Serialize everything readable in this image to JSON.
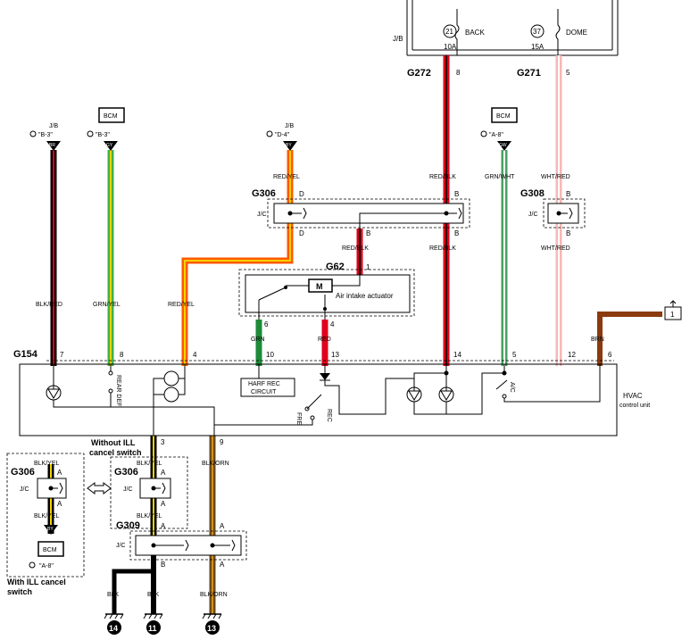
{
  "colors": {
    "black": "#000000",
    "red": "#e0001b",
    "orange": "#ff5a00",
    "green_stripe": "#3fb24a",
    "yellow": "#f2d200",
    "pink": "#f7b7b7",
    "brown": "#8b3a0e",
    "gray_green": "#4aa063"
  },
  "junction_block": {
    "label": "J/B",
    "fuses": [
      {
        "number": "21",
        "name": "BACK",
        "rating": "10A"
      },
      {
        "number": "37",
        "name": "DOME",
        "rating": "15A"
      }
    ]
  },
  "connectors": {
    "g272": {
      "name": "G272",
      "pin": "8"
    },
    "g271": {
      "name": "G271",
      "pin": "5"
    },
    "g306_top": {
      "name": "G306",
      "pin_d": "D",
      "pin_b": "B",
      "label": "J/C"
    },
    "g308": {
      "name": "G308",
      "pin": "B",
      "label": "J/C"
    },
    "g62": {
      "name": "G62",
      "pin": "1",
      "pin6": "6",
      "pin4": "4",
      "actuator_label": "Air intake actuator",
      "motor": "M"
    },
    "g154": {
      "name": "G154",
      "pins": [
        "7",
        "8",
        "4",
        "10",
        "13",
        "14",
        "5",
        "12",
        "6"
      ],
      "pin_3": "3",
      "pin_9": "9"
    },
    "g306_left": {
      "name": "G306",
      "pin": "A",
      "label": "J/C"
    },
    "g306_mid": {
      "name": "G306",
      "pin": "A",
      "label": "J/C"
    },
    "g309": {
      "name": "G309",
      "pin_a": "A",
      "pin_b": "B",
      "label": "J/C"
    }
  },
  "sources": [
    {
      "ref": "J/B",
      "code": "BR",
      "target": "\"B-3\""
    },
    {
      "ref": "BCM",
      "code": "GY",
      "target": "\"B-3\""
    },
    {
      "ref": "J/B",
      "code": "BY",
      "target": "\"D-4\""
    },
    {
      "ref": "BCM",
      "code": "GW",
      "target": "\"A-8\""
    }
  ],
  "wires": {
    "blk_red": "BLK/RED",
    "grn_yel": "GRN/YEL",
    "red_yel": "RED/YEL",
    "red_yel_top": "RED/YEL",
    "red_blk": "RED/BLK",
    "red_blk_top": "RED/BLK",
    "red_blk_b": "RED/BLK",
    "grn_wht": "GRN/WHT",
    "wht_red": "WHT/RED",
    "wht_red_low": "WHT/RED",
    "grn": "GRN",
    "red": "RED",
    "brn": "BRN",
    "blk_yel": "BLK/YEL",
    "blk_orn": "BLK/ORN",
    "blk": "BLK"
  },
  "hvac": {
    "label_line1": "HVAC",
    "label_line2": "control unit",
    "rear_def": "REAR DEF",
    "harf_rec_1": "HARF REC",
    "harf_rec_2": "CIRCUIT",
    "fre": "FRE",
    "rec": "REC",
    "ac": "A/C"
  },
  "notes": {
    "without_ill_1": "Without ILL",
    "without_ill_2": "cancel switch",
    "with_ill_1": "With ILL cancel",
    "with_ill_2": "switch",
    "bcm": "BCM",
    "bcm_code": "BY",
    "bcm_target": "\"A-8\""
  },
  "grounds": [
    "14",
    "11",
    "13"
  ],
  "page_ref": "1"
}
